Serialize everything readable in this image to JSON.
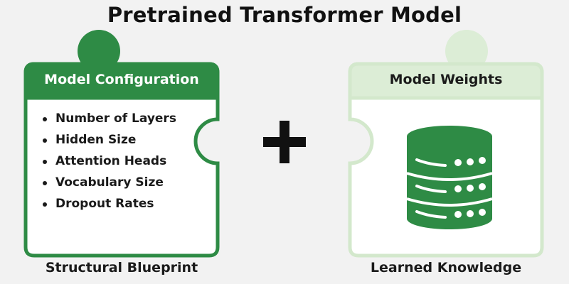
{
  "title": "Pretrained Transformer Model",
  "config_piece": {
    "header": "Model Configuration",
    "items": [
      "Number of Layers",
      "Hidden Size",
      "Attention Heads",
      "Vocabulary Size",
      "Dropout Rates"
    ],
    "caption": "Structural Blueprint"
  },
  "weights_piece": {
    "header": "Model Weights",
    "icon": "database-icon",
    "caption": "Learned Knowledge"
  },
  "operator": "plus-icon",
  "colors": {
    "dark_green": "#2e8b45",
    "light_green": "#dcedd6",
    "light_green_border": "#d3e8cc",
    "background": "#f2f2f2"
  }
}
